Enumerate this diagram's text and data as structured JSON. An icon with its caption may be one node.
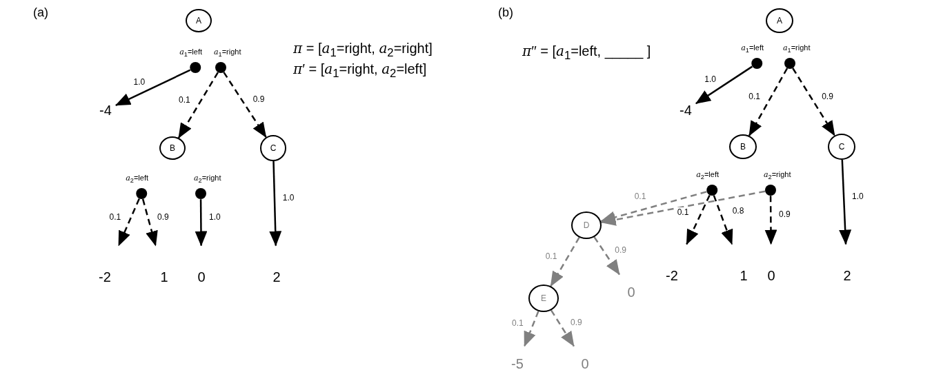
{
  "diagram": {
    "nodes": [
      {
        "text": [
          "A"
        ]
      },
      {
        "text": [
          "*a*$_{1}$=left"
        ]
      },
      {
        "text": [
          "*a*$_{1}$=right"
        ]
      },
      {
        "text": [
          "-4"
        ]
      },
      {
        "text": [
          "B"
        ]
      },
      {
        "text": [
          "C"
        ]
      },
      {
        "text": [
          "*a*$_{2}$=left"
        ]
      },
      {
        "text": [
          "*a*$_{2}$=right"
        ]
      },
      {
        "text": [
          "-2"
        ]
      },
      {
        "text": [
          "1"
        ]
      },
      {
        "text": [
          "0"
        ]
      },
      {
        "text": [
          "2"
        ]
      },
      {
        "text": [
          "A"
        ]
      },
      {
        "text": [
          "*a*$_{1}$=left"
        ]
      },
      {
        "text": [
          "*a*$_{1}$=right"
        ]
      },
      {
        "text": [
          "-4"
        ]
      },
      {
        "text": [
          "B"
        ]
      },
      {
        "text": [
          "C"
        ]
      },
      {
        "text": [
          "*a*$_{2}$=left"
        ]
      },
      {
        "text": [
          "*a*$_{2}$=right"
        ]
      },
      {
        "text": [
          "-2"
        ]
      },
      {
        "text": [
          "1"
        ]
      },
      {
        "text": [
          "0"
        ]
      },
      {
        "text": [
          "2"
        ]
      },
      {
        "text": [
          "D"
        ]
      },
      {
        "text": [
          "0"
        ]
      },
      {
        "text": [
          "E"
        ]
      },
      {
        "text": [
          "-5"
        ]
      },
      {
        "text": [
          "0"
        ]
      }
    ],
    "edges": [
      {
        "from": 1,
        "to": 3,
        "arrow": "to",
        "label": "1.0"
      },
      {
        "from": 2,
        "to": 4,
        "arrow": "to",
        "label": "0.1",
        "style": "dashed"
      },
      {
        "from": 2,
        "to": 5,
        "arrow": "to",
        "label": "0.9",
        "style": "dashed"
      },
      {
        "from": 6,
        "to": 8,
        "arrow": "to",
        "label": "0.1",
        "style": "dashed"
      },
      {
        "from": 6,
        "to": 9,
        "arrow": "to",
        "label": "0.9",
        "style": "dashed"
      },
      {
        "from": 7,
        "to": 10,
        "arrow": "to",
        "label": "1.0"
      },
      {
        "from": 5,
        "to": 11,
        "arrow": "to",
        "label": "1.0"
      },
      {
        "from": 13,
        "to": 15,
        "arrow": "to",
        "label": "1.0"
      },
      {
        "from": 14,
        "to": 16,
        "arrow": "to",
        "label": "0.1",
        "style": "dashed"
      },
      {
        "from": 14,
        "to": 17,
        "arrow": "to",
        "label": "0.9",
        "style": "dashed"
      },
      {
        "from": 18,
        "to": 24,
        "arrow": "to",
        "style": "dashed",
        "color": "#808080"
      },
      {
        "from": 19,
        "to": 24,
        "arrow": "to",
        "label": "0.1",
        "style": "dashed",
        "color": "#808080"
      },
      {
        "from": 18,
        "to": 20,
        "arrow": "to",
        "label": "0.1",
        "style": "dashed"
      },
      {
        "from": 18,
        "to": 21,
        "arrow": "to",
        "label": "0.8",
        "style": "dashed"
      },
      {
        "from": 19,
        "to": 22,
        "arrow": "to",
        "label": "0.9",
        "style": "dashed"
      },
      {
        "from": 17,
        "to": 23,
        "arrow": "to",
        "label": "1.0"
      },
      {
        "from": 24,
        "to": 26,
        "arrow": "to",
        "label": "0.1",
        "style": "dashed",
        "color": "#808080"
      },
      {
        "from": 24,
        "to": 25,
        "arrow": "to",
        "label": "0.9",
        "style": "dashed",
        "color": "#808080"
      },
      {
        "from": 26,
        "to": 27,
        "arrow": "to",
        "label": "0.1",
        "style": "dashed",
        "color": "#808080"
      },
      {
        "from": 26,
        "to": 28,
        "arrow": "to",
        "label": "0.9",
        "style": "dashed",
        "color": "#808080"
      }
    ],
    "labels": [
      "(a)",
      "*π* = [*a*$_{1}$=right, *a*$_{2}$=right]",
      "*π*′ = [*a*$_{1}$=right, *a*$_{2}$=left]",
      "(b)",
      "*π*′′ = [*a*$_{1}$=left, _____ ]"
    ]
  }
}
